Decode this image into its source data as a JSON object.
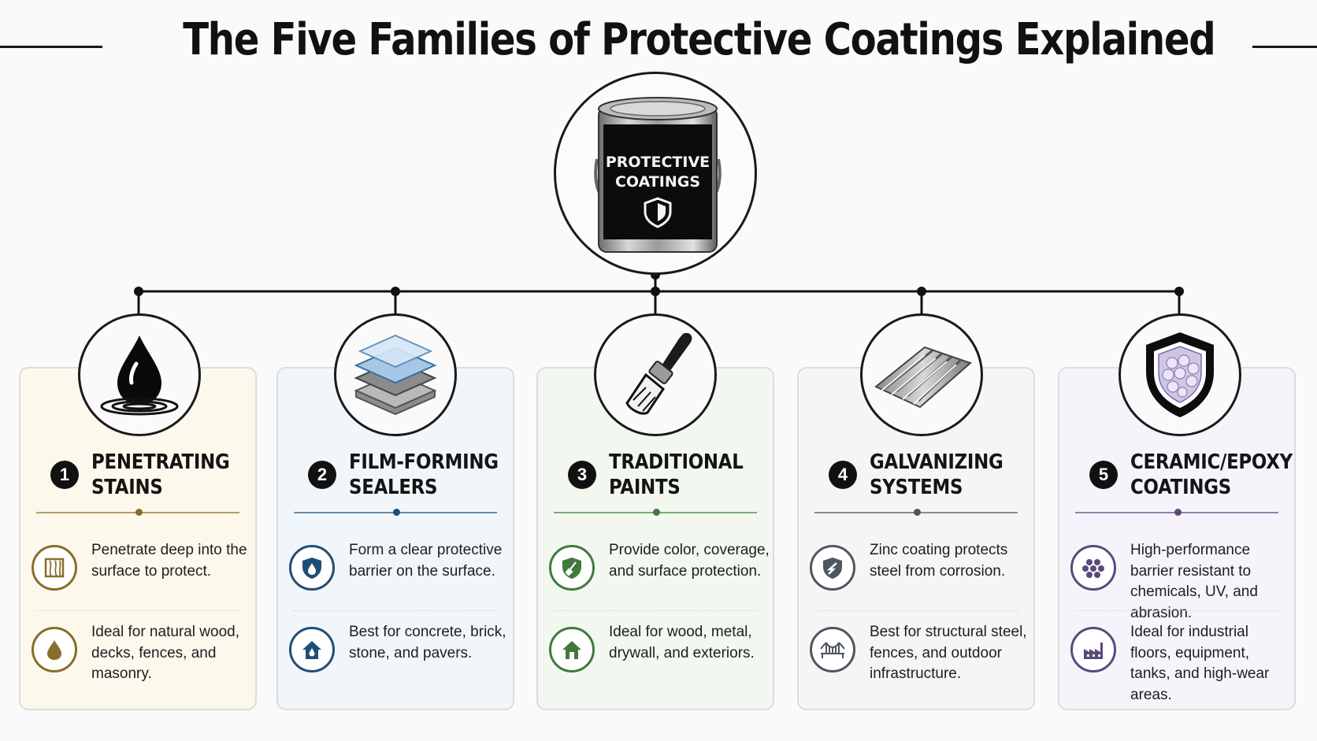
{
  "title": "The Five Families of Protective Coatings Explained",
  "hub": {
    "label_line1": "PROTECTIVE",
    "label_line2": "COATINGS",
    "icon": "paint-can-icon"
  },
  "families": [
    {
      "number": "1",
      "title": "PENETRATING STAINS",
      "accent": "#8a6d2a",
      "tint": "#fcf8ec",
      "icon": "oil-drop-icon",
      "desc": "Penetrate deep into the surface to protect.",
      "desc_icon": "wood-grain-icon",
      "use": "Ideal for natural wood, decks, fences, and masonry.",
      "use_icon": "drop-icon"
    },
    {
      "number": "2",
      "title": "FILM-FORMING SEALERS",
      "accent": "#1f4e75",
      "tint": "#f1f6fb",
      "icon": "layers-icon",
      "desc": "Form a clear protective barrier on the surface.",
      "desc_icon": "shield-drop-icon",
      "use": "Best for concrete, brick, stone, and pavers.",
      "use_icon": "house-drop-icon"
    },
    {
      "number": "3",
      "title": "TRADITIONAL PAINTS",
      "accent": "#3f7a3a",
      "tint": "#f2f8f0",
      "icon": "paintbrush-icon",
      "desc": "Provide color, coverage, and surface protection.",
      "desc_icon": "shield-brush-icon",
      "use": "Ideal for wood, metal, drywall, and exteriors.",
      "use_icon": "house-icon"
    },
    {
      "number": "4",
      "title": "GALVANIZING SYSTEMS",
      "accent": "#4f5561",
      "tint": "#f5f5f6",
      "icon": "corrugated-steel-icon",
      "desc": "Zinc coating protects steel from corrosion.",
      "desc_icon": "shield-bolt-icon",
      "use": "Best for structural steel, fences, and outdoor infrastructure.",
      "use_icon": "bridge-icon"
    },
    {
      "number": "5",
      "title": "CERAMIC/EPOXY COATINGS",
      "accent": "#5a4a7c",
      "tint": "#f6f4fa",
      "icon": "ceramic-shield-icon",
      "desc": "High-performance barrier resistant to chemicals, UV, and abrasion.",
      "desc_icon": "hexagon-cluster-icon",
      "use": "Ideal for industrial floors, equipment, tanks, and high-wear areas.",
      "use_icon": "factory-icon"
    }
  ]
}
